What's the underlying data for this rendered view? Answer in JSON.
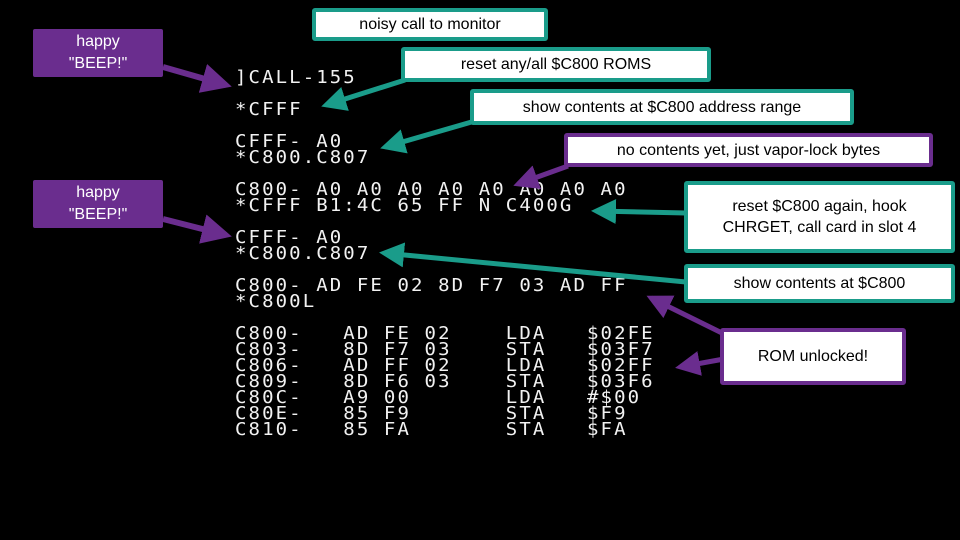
{
  "colors": {
    "background": "#000000",
    "terminal_text": "#f2f2f2",
    "teal": "#1a9c8a",
    "purple": "#6a2d8e",
    "callout_fill": "#ffffff"
  },
  "terminal": {
    "lines": [
      "]CALL-155",
      "*CFFF",
      "CFFF- A0",
      "*C800.C807",
      "C800- A0 A0 A0 A0 A0 A0 A0 A0",
      "*CFFF B1:4C 65 FF N C400G",
      "CFFF- A0",
      "*C800.C807",
      "C800- AD FE 02 8D F7 03 AD FF",
      "*C800L",
      "C800-   AD FE 02    LDA   $02FE",
      "C803-   8D F7 03    STA   $03F7",
      "C806-   AD FF 02    LDA   $02FF",
      "C809-   8D F6 03    STA   $03F6",
      "C80C-   A9 00       LDA   #$00",
      "C80E-   85 F9       STA   $F9",
      "C810-   85 FA       STA   $FA"
    ]
  },
  "callouts": {
    "happy_beep_1": "happy\n\"BEEP!\"",
    "happy_beep_2": "happy\n\"BEEP!\"",
    "noisy_call": "noisy call to monitor",
    "reset_roms": "reset any/all $C800 ROMS",
    "show_range": "show contents at $C800 address range",
    "vapor_lock": "no contents yet, just vapor-lock bytes",
    "reset_again": "reset $C800 again, hook\nCHRGET, call card in slot 4",
    "show_contents": "show contents at $C800",
    "rom_unlocked": "ROM unlocked!"
  }
}
